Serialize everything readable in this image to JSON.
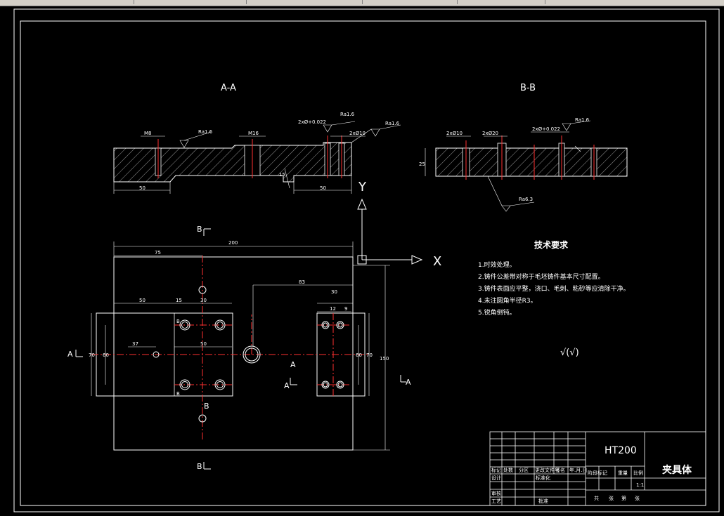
{
  "view_labels": {
    "section_aa": "A-A",
    "section_bb": "B-B"
  },
  "axis_labels": {
    "x": "X",
    "y": "Y"
  },
  "section_marks": {
    "b": "B",
    "a": "A"
  },
  "dimensions": {
    "aa_bottom_left": "50",
    "aa_bottom_right": "50",
    "aa_top_m8": "M8",
    "aa_top_m16": "M16",
    "aa_top_2x10": "2xØ10",
    "aa_ra_left": "Ra1.6",
    "aa_ra_mid": "Ra1.6",
    "aa_ra_right": "Ra1.6",
    "aa_tol": "2xØ+0.022",
    "aa_small_15": "15",
    "bb_2x10_left": "2xØ10",
    "bb_2x20": "2xØ20",
    "bb_tol": "2xØ+0.022",
    "bb_ra": "Ra1.6",
    "bb_ra_bottom": "Ra6.3",
    "bb_side": "25",
    "plan_200": "200",
    "plan_75": "75",
    "plan_83": "83",
    "plan_50_top": "50",
    "plan_15": "15",
    "plan_30_left": "30",
    "plan_30_right": "30",
    "plan_12": "12",
    "plan_9": "9",
    "plan_37": "37",
    "plan_50_mid": "50",
    "plan_70_left": "70",
    "plan_60_left": "60",
    "plan_70_right": "70",
    "plan_60_right": "60",
    "plan_150": "150"
  },
  "tech_requirements": {
    "title": "技术要求",
    "items": [
      "1.时效处理。",
      "2.铸件公差带对称于毛坯铸件基本尺寸配置。",
      "3.铸件表面应平整，浇口、毛刺、粘砂等应清除干净。",
      "4.未注圆角半径R3。",
      "5.锐角倒钝。"
    ],
    "roughness_note": "√(√)"
  },
  "title_block": {
    "material": "HT200",
    "part_name": "夹具体",
    "scale": "1:1",
    "row_mark": "标记",
    "row_count": "处数",
    "row_zone": "分区",
    "row_docno": "更改文件号",
    "row_sign": "签名",
    "row_date": "年.月.日",
    "design": "设计",
    "standardize": "标准化",
    "review": "审核",
    "process": "工艺",
    "approve": "批准",
    "stage_mark": "阶段标记",
    "weight": "重量",
    "scale_label": "比例",
    "total": "共",
    "sheet": "张",
    "page": "第",
    "page_sheet": "张"
  }
}
